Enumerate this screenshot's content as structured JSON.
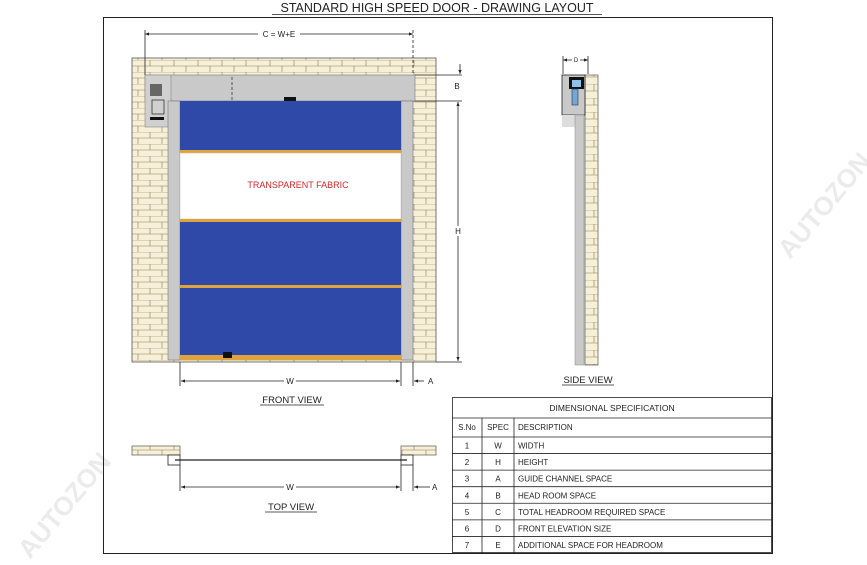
{
  "title": "STANDARD HIGH SPEED DOOR - DRAWING LAYOUT",
  "watermark": "AUTOZON",
  "front_view": {
    "label": "FRONT VIEW",
    "fabric_label": "TRANSPARENT FABRIC",
    "dim_c": "C = W+E",
    "dim_b": "B",
    "dim_h": "H",
    "dim_w": "W",
    "dim_a": "A"
  },
  "side_view": {
    "label": "SIDE VIEW",
    "dim_d": "D"
  },
  "top_view": {
    "label": "TOP VIEW",
    "dim_w": "W",
    "dim_a": "A"
  },
  "spec_table": {
    "title": "DIMENSIONAL SPECIFICATION",
    "headers": [
      "S.No",
      "SPEC",
      "DESCRIPTION"
    ],
    "rows": [
      [
        "1",
        "W",
        "WIDTH"
      ],
      [
        "2",
        "H",
        "HEIGHT"
      ],
      [
        "3",
        "A",
        "GUIDE CHANNEL SPACE"
      ],
      [
        "4",
        "B",
        "HEAD ROOM SPACE"
      ],
      [
        "5",
        "C",
        "TOTAL HEADROOM  REQUIRED SPACE"
      ],
      [
        "6",
        "D",
        "FRONT ELEVATION SIZE"
      ],
      [
        "7",
        "E",
        "ADDITIONAL SPACE FOR HEADROOM"
      ]
    ]
  },
  "colors": {
    "curtain": "#2f49a8",
    "stripe": "#e0a23a",
    "fabric_text": "#d0262a",
    "brick": "#f7f0d8",
    "frame": "#c9c9c9"
  }
}
